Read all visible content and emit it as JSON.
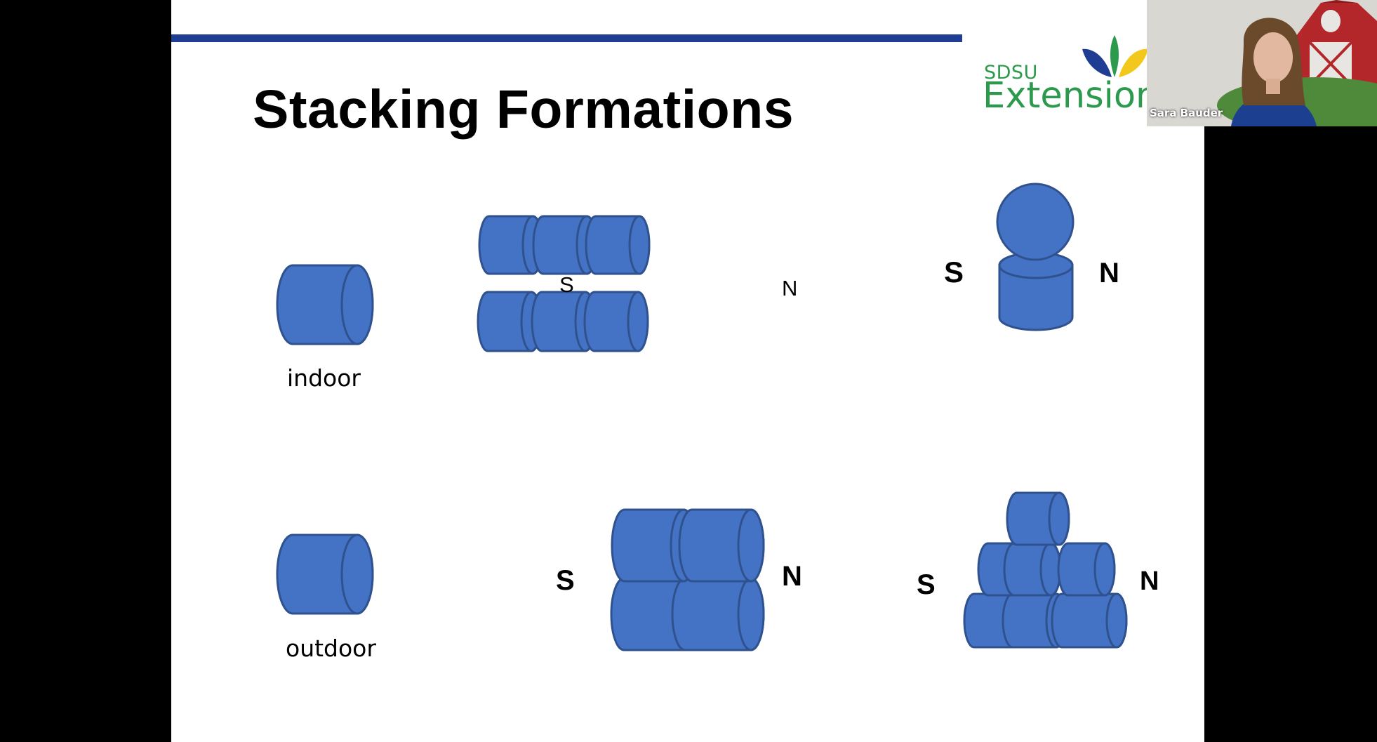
{
  "slide": {
    "title": "Stacking Formations",
    "logo_small": "SDSU",
    "logo_large": "Extension",
    "labels": {
      "indoor": "indoor",
      "outdoor": "outdoor",
      "s": "S",
      "n": "N"
    }
  },
  "participant": {
    "name": "Sara Bauder"
  },
  "colors": {
    "bale_fill": "#4472c4",
    "bale_stroke": "#2f528f",
    "rule": "#1f3e93",
    "logo_green": "#2b9a4c"
  }
}
